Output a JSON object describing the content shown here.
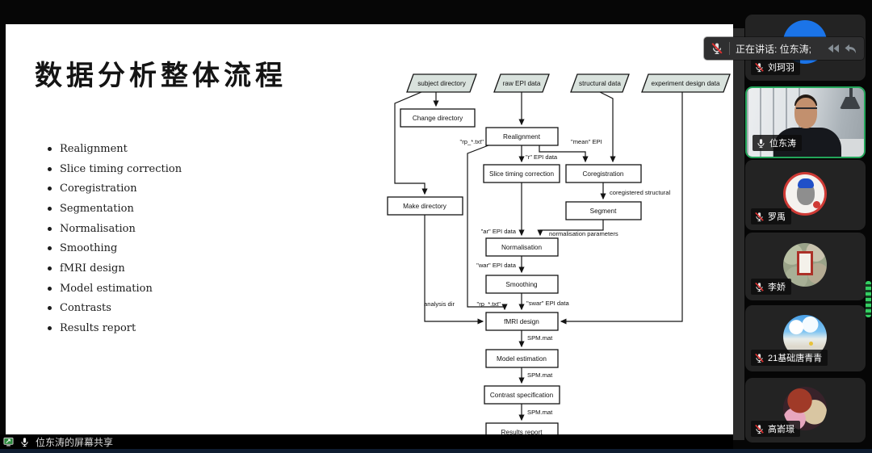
{
  "slide": {
    "title": "数据分析整体流程",
    "bullets": [
      "Realignment",
      "Slice timing correction",
      "Coregistration",
      "Segmentation",
      "Normalisation",
      "Smoothing",
      "fMRI design",
      "Model estimation",
      "Contrasts",
      "Results report"
    ],
    "flowchart": {
      "inputs": {
        "subject_directory": "subject directory",
        "raw_epi": "raw EPI data",
        "structural": "structural data",
        "experiment_design": "experiment design data"
      },
      "nodes": {
        "change_directory": "Change directory",
        "realignment": "Realignment",
        "slice_timing": "Slice timing correction",
        "coregistration": "Coregistration",
        "make_directory": "Make directory",
        "segment": "Segment",
        "normalisation": "Normalisation",
        "smoothing": "Smoothing",
        "fmri_design": "fMRI design",
        "model_estimation": "Model estimation",
        "contrast_specification": "Contrast specification",
        "results_report": "Results report"
      },
      "edge_labels": {
        "rp_txt_top": "\"rp_*.txt\"",
        "mean_epi": "\"mean\" EPI",
        "r_epi": "\"r\" EPI data",
        "coregistered_structural": "coregistered structural",
        "ar_epi": "\"ar\" EPI data",
        "normalisation_parameters": "normalisation parameters",
        "war_epi": "\"war\" EPI data",
        "analysis_dir": "analysis dir",
        "rp_txt_bottom": "\"rp_*.txt\"",
        "swar_epi": "\"swar\" EPI data",
        "spm_mat_1": "SPM.mat",
        "spm_mat_2": "SPM.mat",
        "spm_mat_3": "SPM.mat"
      }
    }
  },
  "toast": {
    "speaking_label": "正在讲话: 位东涛;"
  },
  "participants": [
    {
      "name": "刘珂羽",
      "muted": true,
      "video": false,
      "active": false
    },
    {
      "name": "位东涛",
      "muted": false,
      "video": true,
      "active": true
    },
    {
      "name": "罗禹",
      "muted": true,
      "video": false,
      "active": false
    },
    {
      "name": "李娇",
      "muted": true,
      "video": false,
      "active": false
    },
    {
      "name": "21基础唐青青",
      "muted": true,
      "video": false,
      "active": false
    },
    {
      "name": "高嵛璟",
      "muted": true,
      "video": false,
      "active": false
    }
  ],
  "bottom_bar": {
    "share_label": "位东涛的屏幕共享"
  },
  "icons": {
    "muted_mic": "mic-muted-icon",
    "mic": "mic-icon",
    "screen_share": "screen-share-icon",
    "history_arrows": "history-arrows-icon",
    "undo_arrow": "undo-arrow-icon"
  },
  "colors": {
    "active_speaker_green": "#23a55a",
    "muted_red": "#e03131",
    "avatar_blue": "#1b74e8",
    "flow_input_fill": "#d9e2dd",
    "scrollbar_green": "#34cf62"
  }
}
